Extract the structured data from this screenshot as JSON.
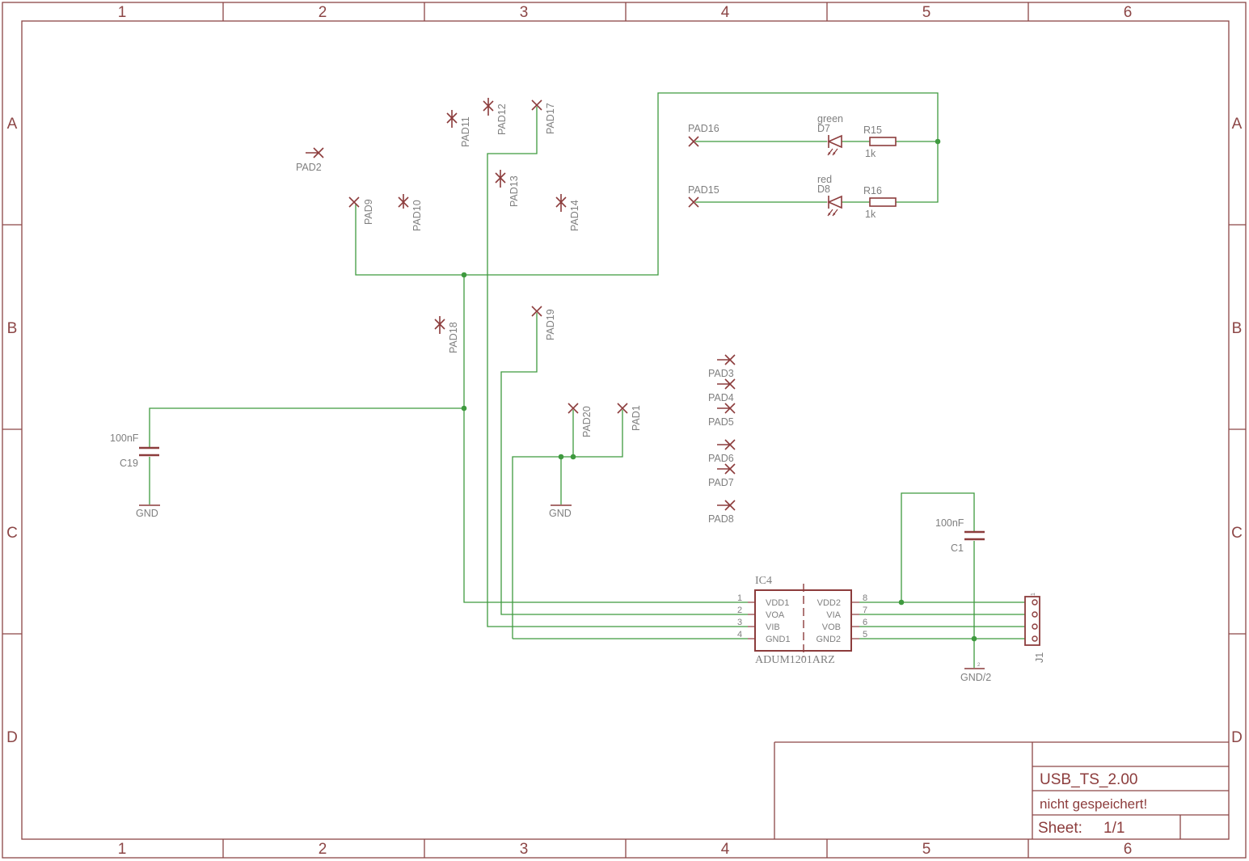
{
  "sheet": {
    "column_labels": [
      "1",
      "2",
      "3",
      "4",
      "5",
      "6"
    ],
    "row_labels": [
      "A",
      "B",
      "C",
      "D"
    ]
  },
  "title_block": {
    "title": "USB_TS_2.00",
    "status": "nicht gespeichert!",
    "sheet_label": "Sheet:",
    "sheet_value": "1/1"
  },
  "pads": [
    "PAD1",
    "PAD2",
    "PAD3",
    "PAD4",
    "PAD5",
    "PAD6",
    "PAD7",
    "PAD8",
    "PAD9",
    "PAD10",
    "PAD11",
    "PAD12",
    "PAD13",
    "PAD14",
    "PAD15",
    "PAD16",
    "PAD17",
    "PAD18",
    "PAD19",
    "PAD20"
  ],
  "leds": {
    "d7": {
      "name": "D7",
      "value": "green"
    },
    "d8": {
      "name": "D8",
      "value": "red"
    }
  },
  "resistors": {
    "r15": {
      "name": "R15",
      "value": "1k"
    },
    "r16": {
      "name": "R16",
      "value": "1k"
    }
  },
  "capacitors": {
    "c19": {
      "name": "C19",
      "value": "100nF"
    },
    "c1": {
      "name": "C1",
      "value": "100nF"
    }
  },
  "supplies": {
    "gnd": "GND",
    "gnd2": "GND/2"
  },
  "ic": {
    "name": "IC4",
    "part": "ADUM1201ARZ",
    "left_pins": [
      {
        "num": "1",
        "name": "VDD1"
      },
      {
        "num": "2",
        "name": "VOA"
      },
      {
        "num": "3",
        "name": "VIB"
      },
      {
        "num": "4",
        "name": "GND1"
      }
    ],
    "right_pins": [
      {
        "num": "8",
        "name": "VDD2"
      },
      {
        "num": "7",
        "name": "VIA"
      },
      {
        "num": "6",
        "name": "VOB"
      },
      {
        "num": "5",
        "name": "GND2"
      }
    ]
  },
  "connector": {
    "name": "J1",
    "pin1": "1"
  }
}
